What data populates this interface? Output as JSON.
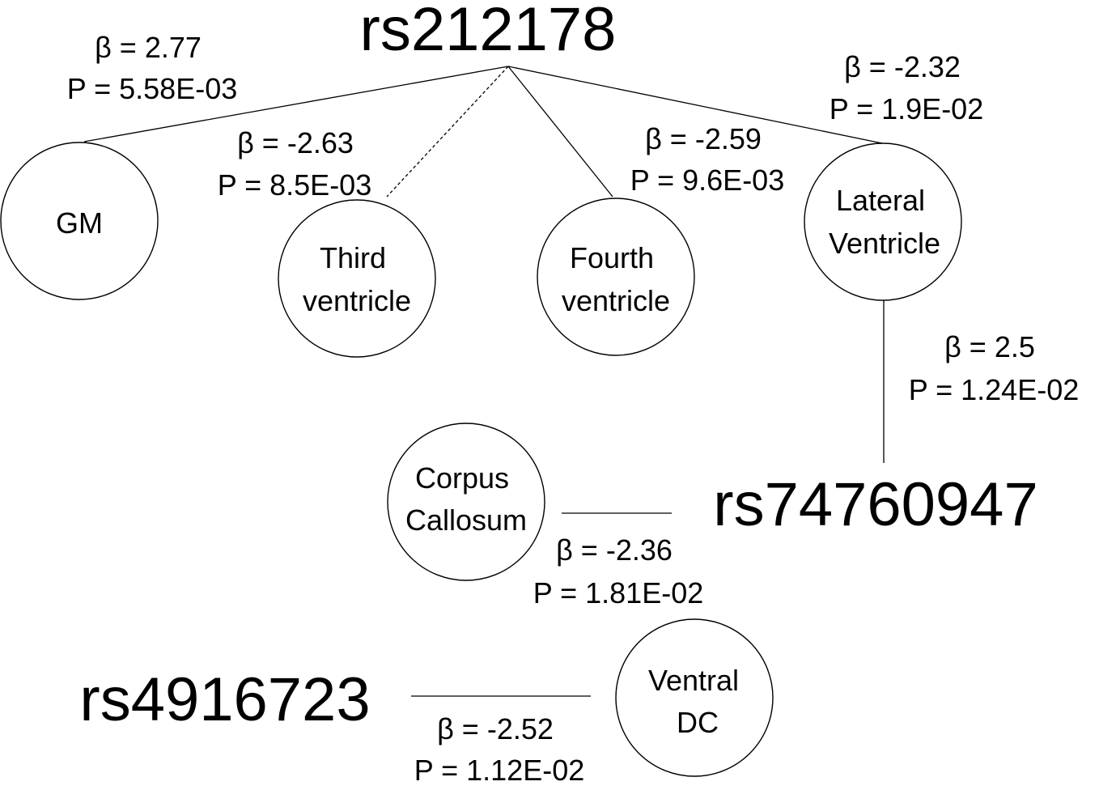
{
  "snps": {
    "rs212178": "rs212178",
    "rs74760947": "rs74760947",
    "rs4916723": "rs4916723"
  },
  "nodes": {
    "gm": {
      "lines": [
        "GM"
      ]
    },
    "third_ventricle": {
      "lines": [
        "Third",
        "ventricle"
      ]
    },
    "fourth_ventricle": {
      "lines": [
        "Fourth",
        "ventricle"
      ]
    },
    "lateral_ventricle": {
      "lines": [
        "Lateral",
        "Ventricle"
      ]
    },
    "corpus_callosum": {
      "lines": [
        "Corpus",
        "Callosum"
      ]
    },
    "ventral_dc": {
      "lines": [
        "Ventral",
        "DC"
      ]
    }
  },
  "edges": {
    "rs212178_gm": {
      "from": "rs212178",
      "to": "GM",
      "beta": "β = 2.77",
      "p": "P = 5.58E-03",
      "style": "solid"
    },
    "rs212178_third": {
      "from": "rs212178",
      "to": "Third ventricle",
      "beta": "β = -2.63",
      "p": "P = 8.5E-03",
      "style": "dashed"
    },
    "rs212178_fourth": {
      "from": "rs212178",
      "to": "Fourth ventricle",
      "beta": "β = -2.59",
      "p": "P = 9.6E-03",
      "style": "solid"
    },
    "rs212178_lateral": {
      "from": "rs212178",
      "to": "Lateral Ventricle",
      "beta": "β = -2.32",
      "p": "P = 1.9E-02",
      "style": "solid"
    },
    "rs74760947_lateral": {
      "from": "rs74760947",
      "to": "Lateral Ventricle",
      "beta": "β = 2.5",
      "p": "P = 1.24E-02",
      "style": "solid"
    },
    "rs74760947_corpus": {
      "from": "rs74760947",
      "to": "Corpus Callosum",
      "beta": "β = -2.36",
      "p": "P = 1.81E-02",
      "style": "solid"
    },
    "rs4916723_ventral": {
      "from": "rs4916723",
      "to": "Ventral DC",
      "beta": "β = -2.52",
      "p": "P = 1.12E-02",
      "style": "solid"
    }
  }
}
